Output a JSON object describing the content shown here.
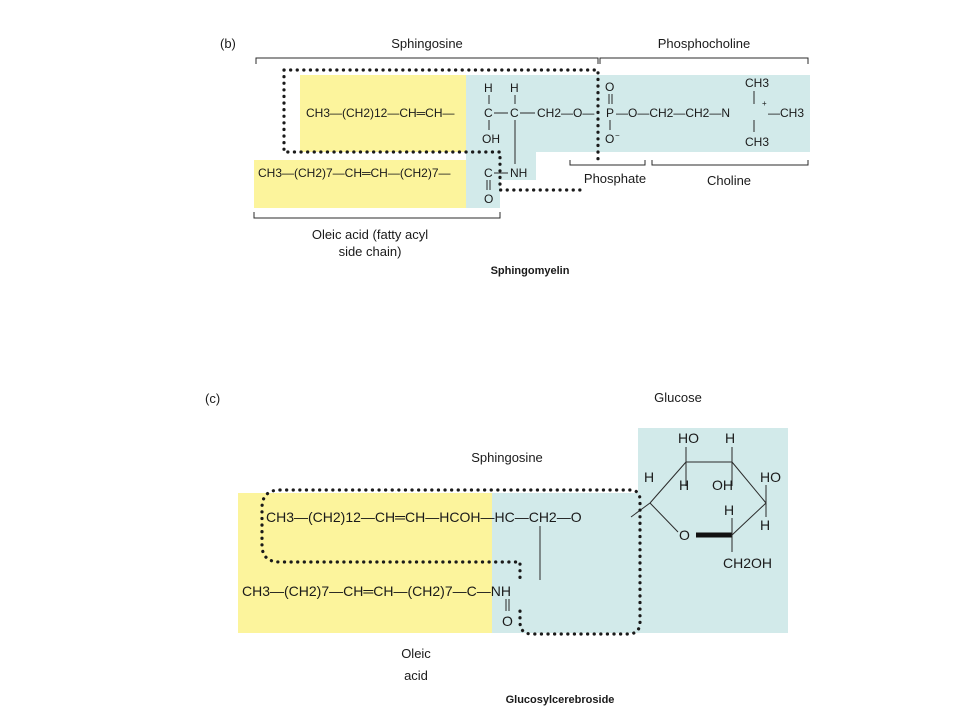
{
  "colors": {
    "hydrophobic_fill": "#fcf49c",
    "polar_fill": "#d2eaea",
    "text": "#1a1a1a",
    "background": "#ffffff"
  },
  "panel_b": {
    "tag": "(b)",
    "sphingosine_label": "Sphingosine",
    "phosphocholine_label": "Phosphocholine",
    "phosphate_label": "Phosphate",
    "choline_label": "Choline",
    "oleic_label_line1": "Oleic acid (fatty acyl",
    "oleic_label_line2": "side chain)",
    "caption": "Sphingomyelin",
    "sphingosine_chain": "CH3—(CH2)12—CH═CH—",
    "oleic_chain": "CH3—(CH2)7—CH═CH—(CH2)7—",
    "atoms": {
      "c1": "C",
      "c2": "C",
      "h1": "H",
      "h2": "H",
      "oh": "OH",
      "ch2o": "CH2—O—",
      "p": "P",
      "o_top": "O",
      "o_bottom": "O",
      "o_minus": "−",
      "choline_chain": "—O—CH2—CH2—N",
      "n_plus": "+",
      "ch3_top": "CH3",
      "ch3_bottom": "CH3",
      "ch3_right": "—CH3",
      "c_amide": "C",
      "nh": "NH",
      "o_amide": "O"
    }
  },
  "panel_c": {
    "tag": "(c)",
    "glucose_label": "Glucose",
    "sphingosine_label": "Sphingosine",
    "oleic_label_line1": "Oleic",
    "oleic_label_line2": "acid",
    "caption": "Glucosylcerebroside",
    "sphingosine_chain": "CH3—(CH2)12—CH═CH—HCOH—HC—CH2—O",
    "oleic_chain": "CH3—(CH2)7—CH═CH—(CH2)7—C—NH",
    "o_amide": "O",
    "ring": {
      "ho_top": "HO",
      "h_top": "H",
      "h_left": "H",
      "h_mid": "H",
      "oh_mid": "OH",
      "ho_right": "HO",
      "h_c4": "H",
      "h_right": "H",
      "ring_o": "O",
      "ch2oh": "CH2OH"
    }
  }
}
